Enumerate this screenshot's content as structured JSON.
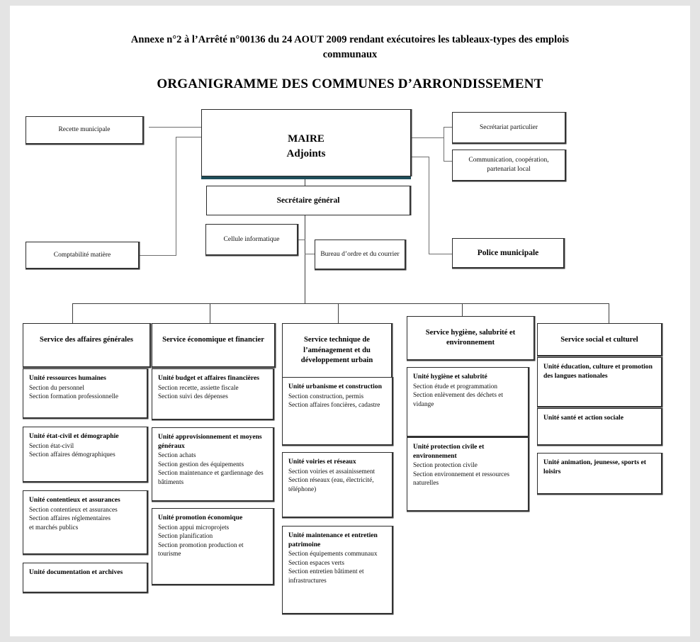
{
  "document": {
    "annex_title": "Annexe n°2 à l’Arrêté n°00136 du 24 AOUT 2009 rendant exécutoires les tableaux-types des emplois communaux",
    "chart_title": "ORGANIGRAMME DES COMMUNES D’ARRONDISSEMENT"
  },
  "colors": {
    "page_background": "#e4e4e4",
    "document_background": "#ffffff",
    "box_border": "#2b2b2b",
    "connector": "#6f6f6f",
    "maire_accent": "#1f4e5a"
  },
  "top_nodes": {
    "maire": "MAIRE\nAdjoints",
    "maire_line1": "MAIRE",
    "maire_line2": "Adjoints",
    "secretaire_general": "Secrétaire général",
    "recette_municipale": "Recette municipale",
    "comptabilite_matiere": "Comptabilité matière",
    "secretariat_particulier": "Secrétariat particulier",
    "communication": "Communication, coopération, partenariat local",
    "cellule_informatique": "Cellule informatique",
    "bureau_ordre": "Bureau d’ordre et du courrier",
    "police_municipale": "Police municipale"
  },
  "services": [
    {
      "name": "Service des affaires générales",
      "units": [
        {
          "title": "Unité ressources humaines",
          "sections": [
            "Section du personnel",
            "Section formation professionnelle"
          ]
        },
        {
          "title": "Unité état-civil et démographie",
          "sections": [
            "Section état-civil",
            "Section affaires démographiques"
          ]
        },
        {
          "title": "Unité contentieux et assurances",
          "sections": [
            "Section contentieux et assurances",
            "Section affaires réglementaires",
            "et marchés publics"
          ]
        },
        {
          "title": "Unité documentation et archives",
          "sections": []
        }
      ]
    },
    {
      "name": "Service économique et financier",
      "units": [
        {
          "title": "Unité budget et affaires financières",
          "sections": [
            "Section recette, assiette fiscale",
            "Section suivi des dépenses"
          ]
        },
        {
          "title": "Unité approvisionnement et moyens généraux",
          "sections": [
            "Section achats",
            "Section gestion des équipements",
            "Section maintenance et gardiennage des bâtiments"
          ]
        },
        {
          "title": "Unité promotion économique",
          "sections": [
            "Section appui microprojets",
            "Section planification",
            "Section promotion production et tourisme"
          ]
        }
      ]
    },
    {
      "name": "Service technique de l’aménagement et du développement urbain",
      "units": [
        {
          "title": "Unité urbanisme et construction",
          "sections": [
            "Section construction, permis",
            "Section affaires foncières, cadastre"
          ]
        },
        {
          "title": "Unité voiries et réseaux",
          "sections": [
            "Section voiries et assainissement",
            "Section réseaux (eau, électricité, téléphone)"
          ]
        },
        {
          "title": "Unité maintenance et entretien patrimoine",
          "sections": [
            "Section équipements communaux",
            "Section espaces verts",
            "Section entretien bâtiment et infrastructures"
          ]
        }
      ]
    },
    {
      "name": "Service hygiène, salubrité et environnement",
      "units": [
        {
          "title": "Unité hygiène et salubrité",
          "sections": [
            "Section étude et programmation",
            "Section enlèvement des déchets et vidange"
          ]
        },
        {
          "title": "Unité protection civile et environnement",
          "sections": [
            "Section protection civile",
            "Section environnement et ressources naturelles"
          ]
        }
      ]
    },
    {
      "name": "Service social et culturel",
      "units": [
        {
          "title": "Unité éducation, culture et promotion des langues nationales",
          "sections": []
        },
        {
          "title": "Unité santé et action sociale",
          "sections": []
        },
        {
          "title": "Unité animation, jeunesse, sports et loisirs",
          "sections": []
        }
      ]
    }
  ]
}
